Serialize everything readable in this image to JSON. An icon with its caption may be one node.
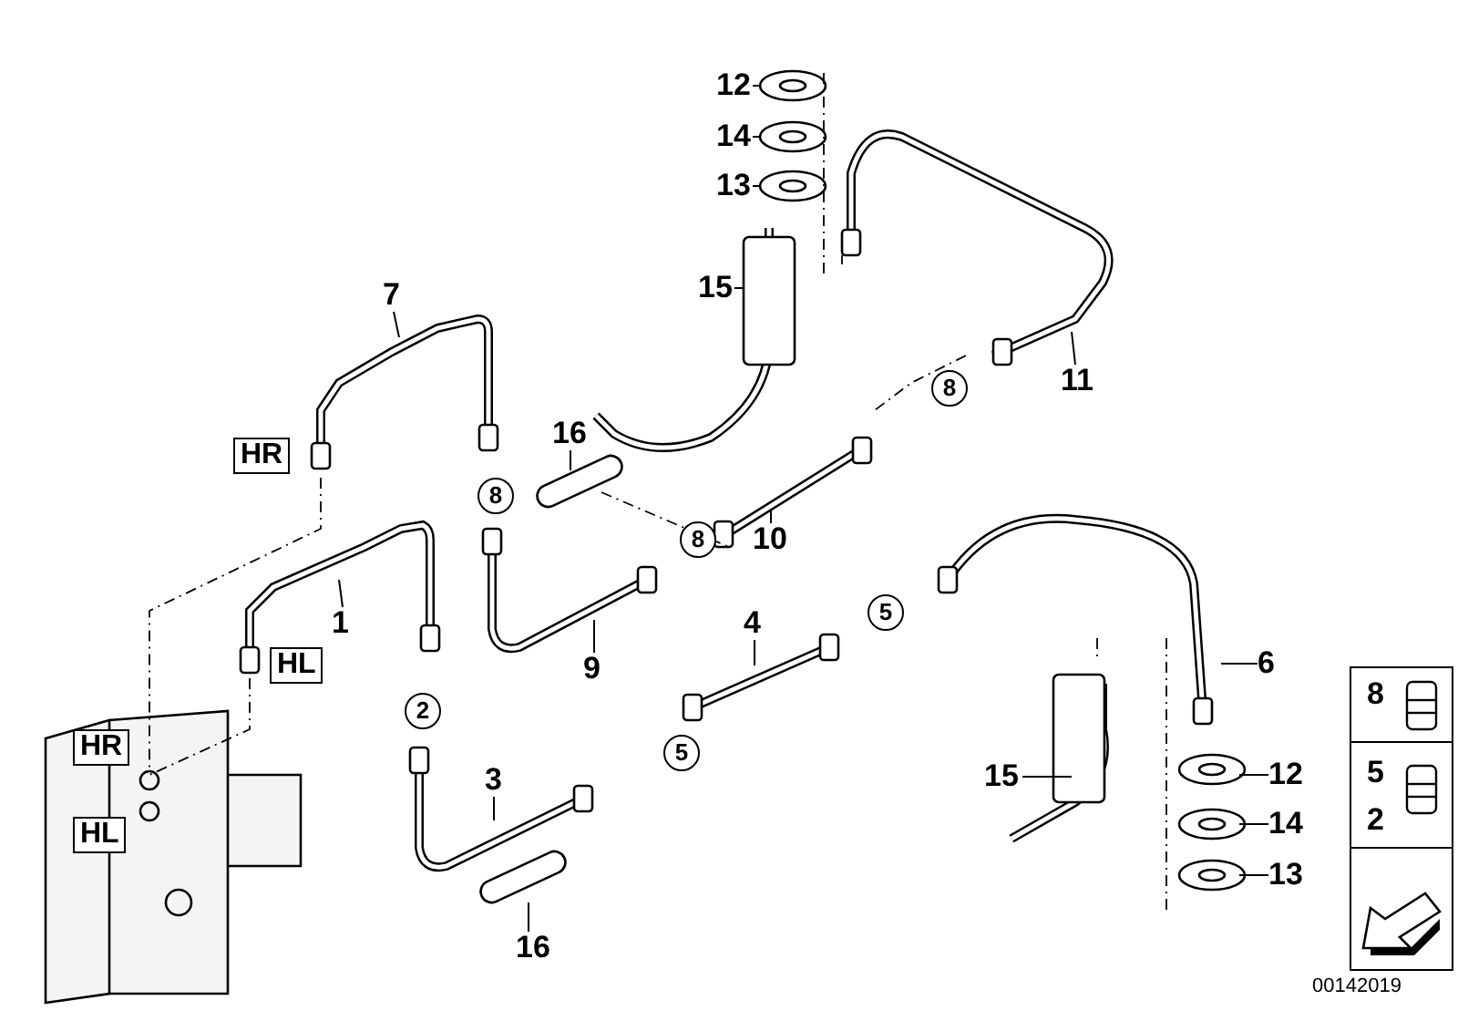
{
  "diagram": {
    "nodes": [
      {
        "text": [
          "12"
        ]
      },
      {
        "text": [
          "14"
        ]
      },
      {
        "text": [
          "13"
        ]
      },
      {
        "text": [
          "15"
        ]
      },
      {
        "text": [
          "7"
        ]
      },
      {
        "text": [
          "11"
        ]
      },
      {
        "text": [
          "16"
        ]
      },
      {
        "text": [
          "10"
        ]
      },
      {
        "text": [
          "1"
        ]
      },
      {
        "text": [
          "9"
        ]
      },
      {
        "text": [
          "4"
        ]
      },
      {
        "text": [
          "6"
        ]
      },
      {
        "text": [
          "3"
        ]
      },
      {
        "text": [
          "15"
        ]
      },
      {
        "text": [
          "12"
        ]
      },
      {
        "text": [
          "14"
        ]
      },
      {
        "text": [
          "13"
        ]
      },
      {
        "text": [
          "16"
        ]
      }
    ],
    "edges": [
      {
        "from": 0,
        "to": null,
        "arrow": "none"
      },
      {
        "from": 1,
        "to": null,
        "arrow": "none"
      },
      {
        "from": 2,
        "to": null,
        "arrow": "none"
      },
      {
        "from": 3,
        "to": null,
        "arrow": "none"
      },
      {
        "from": 4,
        "to": null,
        "arrow": "none"
      },
      {
        "from": 5,
        "to": null,
        "arrow": "none"
      },
      {
        "from": 6,
        "to": null,
        "arrow": "none"
      },
      {
        "from": 7,
        "to": null,
        "arrow": "none"
      },
      {
        "from": 8,
        "to": null,
        "arrow": "none"
      },
      {
        "from": 9,
        "to": null,
        "arrow": "none"
      },
      {
        "from": 10,
        "to": null,
        "arrow": "none"
      },
      {
        "from": 11,
        "to": null,
        "arrow": "none"
      },
      {
        "from": 12,
        "to": null,
        "arrow": "none"
      },
      {
        "from": 13,
        "to": null,
        "arrow": "none"
      },
      {
        "from": 14,
        "to": null,
        "arrow": "none"
      },
      {
        "from": 15,
        "to": null,
        "arrow": "none"
      },
      {
        "from": 16,
        "to": null,
        "arrow": "none"
      },
      {
        "from": 17,
        "to": null,
        "arrow": "none"
      }
    ],
    "labels": [
      "8",
      "HR",
      "8",
      "8",
      "HL",
      "2",
      "5",
      "5",
      "HR",
      "HL",
      "8",
      "5",
      "2",
      "00142019"
    ]
  }
}
